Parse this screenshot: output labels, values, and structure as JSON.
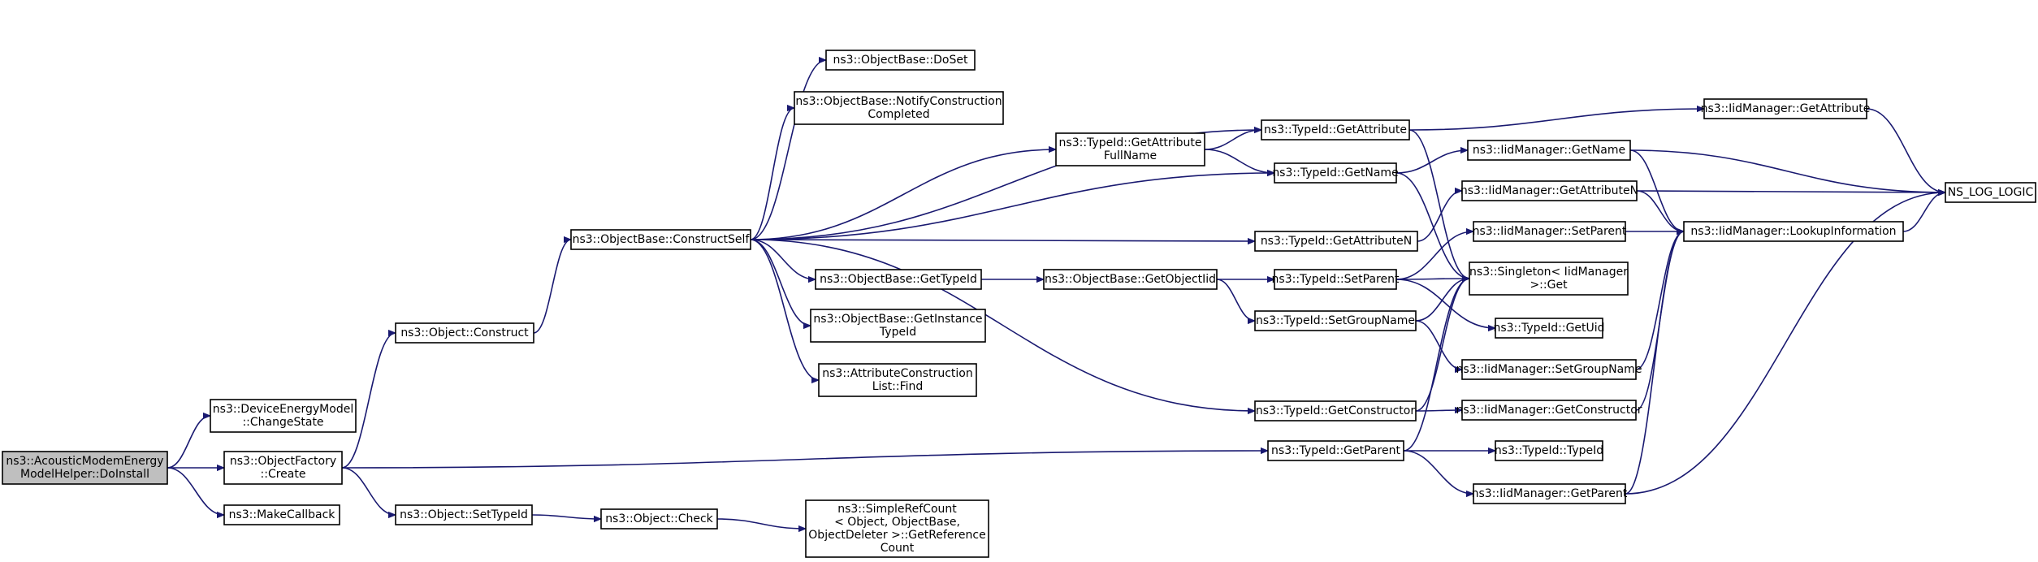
{
  "diagram": {
    "root": "n0",
    "nodes": [
      {
        "id": "n0",
        "lines": [
          "ns3::AcousticModemEnergy",
          "ModelHelper::DoInstall"
        ]
      },
      {
        "id": "n1",
        "lines": [
          "ns3::DeviceEnergyModel",
          "::ChangeState"
        ]
      },
      {
        "id": "n2",
        "lines": [
          "ns3::ObjectFactory",
          "::Create"
        ]
      },
      {
        "id": "n3",
        "lines": [
          "ns3::MakeCallback"
        ]
      },
      {
        "id": "n4",
        "lines": [
          "ns3::Object::Construct"
        ]
      },
      {
        "id": "n5",
        "lines": [
          "ns3::Object::SetTypeId"
        ]
      },
      {
        "id": "n6",
        "lines": [
          "ns3::ObjectBase::ConstructSelf"
        ]
      },
      {
        "id": "n7",
        "lines": [
          "ns3::Object::Check"
        ]
      },
      {
        "id": "n8",
        "lines": [
          "ns3::SimpleRefCount",
          "< Object, ObjectBase,",
          "ObjectDeleter >::GetReference",
          "Count"
        ]
      },
      {
        "id": "n9",
        "lines": [
          "ns3::ObjectBase::DoSet"
        ]
      },
      {
        "id": "n10",
        "lines": [
          "ns3::ObjectBase::NotifyConstruction",
          "Completed"
        ]
      },
      {
        "id": "n11",
        "lines": [
          "ns3::ObjectBase::GetTypeId"
        ]
      },
      {
        "id": "n12",
        "lines": [
          "ns3::ObjectBase::GetInstance",
          "TypeId"
        ]
      },
      {
        "id": "n13",
        "lines": [
          "ns3::AttributeConstruction",
          "List::Find"
        ]
      },
      {
        "id": "n14",
        "lines": [
          "ns3::TypeId::GetAttribute",
          "FullName"
        ]
      },
      {
        "id": "n15",
        "lines": [
          "ns3::ObjectBase::GetObjectIid"
        ]
      },
      {
        "id": "n16",
        "lines": [
          "ns3::TypeId::GetAttribute"
        ]
      },
      {
        "id": "n17",
        "lines": [
          "ns3::TypeId::GetName"
        ]
      },
      {
        "id": "n18",
        "lines": [
          "ns3::TypeId::GetAttributeN"
        ]
      },
      {
        "id": "n19",
        "lines": [
          "ns3::TypeId::SetParent"
        ]
      },
      {
        "id": "n20",
        "lines": [
          "ns3::TypeId::SetGroupName"
        ]
      },
      {
        "id": "n21",
        "lines": [
          "ns3::TypeId::GetConstructor"
        ]
      },
      {
        "id": "n22",
        "lines": [
          "ns3::TypeId::GetParent"
        ]
      },
      {
        "id": "n23",
        "lines": [
          "ns3::IidManager::GetAttribute"
        ]
      },
      {
        "id": "n24",
        "lines": [
          "ns3::IidManager::GetName"
        ]
      },
      {
        "id": "n25",
        "lines": [
          "ns3::IidManager::GetAttributeN"
        ]
      },
      {
        "id": "n26",
        "lines": [
          "ns3::IidManager::SetParent"
        ]
      },
      {
        "id": "n27",
        "lines": [
          "ns3::Singleton< IidManager",
          ">::Get"
        ]
      },
      {
        "id": "n28",
        "lines": [
          "ns3::TypeId::GetUid"
        ]
      },
      {
        "id": "n29",
        "lines": [
          "ns3::IidManager::SetGroupName"
        ]
      },
      {
        "id": "n30",
        "lines": [
          "ns3::IidManager::GetConstructor"
        ]
      },
      {
        "id": "n31",
        "lines": [
          "ns3::TypeId::TypeId"
        ]
      },
      {
        "id": "n32",
        "lines": [
          "ns3::IidManager::GetParent"
        ]
      },
      {
        "id": "n33",
        "lines": [
          "NS_LOG_LOGIC"
        ]
      },
      {
        "id": "n34",
        "lines": [
          "ns3::IidManager::LookupInformation"
        ]
      }
    ],
    "edges": [
      [
        "n0",
        "n1"
      ],
      [
        "n0",
        "n2"
      ],
      [
        "n0",
        "n3"
      ],
      [
        "n2",
        "n4"
      ],
      [
        "n2",
        "n5"
      ],
      [
        "n2",
        "n22"
      ],
      [
        "n4",
        "n6"
      ],
      [
        "n5",
        "n7"
      ],
      [
        "n7",
        "n8"
      ],
      [
        "n6",
        "n16"
      ],
      [
        "n6",
        "n9"
      ],
      [
        "n6",
        "n10"
      ],
      [
        "n6",
        "n14"
      ],
      [
        "n6",
        "n17"
      ],
      [
        "n6",
        "n18"
      ],
      [
        "n6",
        "n11"
      ],
      [
        "n6",
        "n12"
      ],
      [
        "n6",
        "n13"
      ],
      [
        "n6",
        "n21"
      ],
      [
        "n14",
        "n16"
      ],
      [
        "n14",
        "n17"
      ],
      [
        "n11",
        "n15"
      ],
      [
        "n15",
        "n19"
      ],
      [
        "n15",
        "n20"
      ],
      [
        "n16",
        "n23"
      ],
      [
        "n16",
        "n27"
      ],
      [
        "n17",
        "n24"
      ],
      [
        "n17",
        "n27"
      ],
      [
        "n18",
        "n25"
      ],
      [
        "n19",
        "n26"
      ],
      [
        "n19",
        "n27"
      ],
      [
        "n19",
        "n28"
      ],
      [
        "n20",
        "n27"
      ],
      [
        "n20",
        "n29"
      ],
      [
        "n21",
        "n27"
      ],
      [
        "n21",
        "n30"
      ],
      [
        "n22",
        "n27"
      ],
      [
        "n22",
        "n31"
      ],
      [
        "n22",
        "n32"
      ],
      [
        "n23",
        "n33"
      ],
      [
        "n24",
        "n33"
      ],
      [
        "n24",
        "n34"
      ],
      [
        "n25",
        "n33"
      ],
      [
        "n25",
        "n34"
      ],
      [
        "n26",
        "n34"
      ],
      [
        "n29",
        "n34"
      ],
      [
        "n30",
        "n34"
      ],
      [
        "n32",
        "n34"
      ],
      [
        "n32",
        "n33"
      ],
      [
        "n34",
        "n33"
      ]
    ]
  }
}
